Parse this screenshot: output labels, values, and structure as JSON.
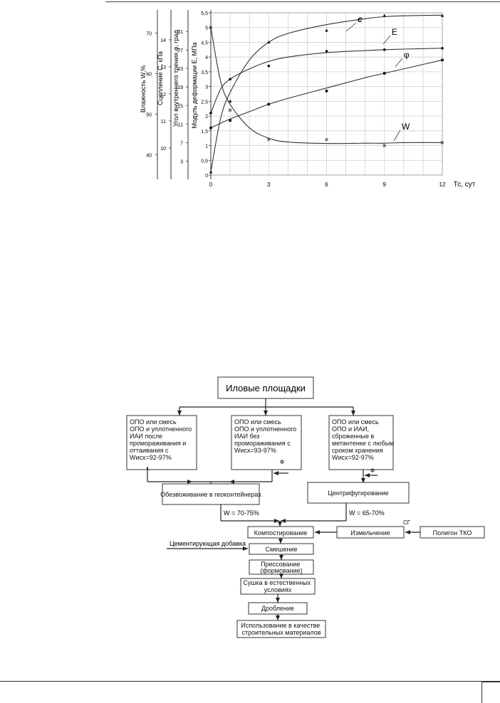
{
  "chart_data": {
    "type": "line",
    "xlabel": "Тс, сут",
    "x_ticks": [
      0,
      3,
      6,
      9,
      12
    ],
    "xlim": [
      0,
      12
    ],
    "grid": true,
    "axes": [
      {
        "id": "W",
        "label": "Влажность W,%",
        "ticks": [
          40,
          50,
          60,
          70
        ],
        "range": [
          35,
          75
        ]
      },
      {
        "id": "C",
        "label": "Сцепление С, кПа",
        "ticks": [
          10,
          11,
          12,
          13,
          14
        ],
        "range": [
          9,
          15
        ]
      },
      {
        "id": "phi",
        "label": "Угол внутреннего трения φ, град",
        "ticks": [
          3,
          7,
          11,
          15,
          19,
          23,
          27,
          31
        ],
        "range": [
          0,
          35
        ]
      },
      {
        "id": "E",
        "label": "Модуль деформации E, МПа",
        "ticks": [
          "0",
          "0,5",
          "1",
          "1,5",
          "2",
          "2,5",
          "3",
          "3,5",
          "4",
          "4,5",
          "5",
          "5,5"
        ],
        "range": [
          0,
          5.5
        ]
      }
    ],
    "series": [
      {
        "name": "с",
        "marker": "triangle",
        "curve_x": [
          0,
          0.5,
          1,
          2,
          3,
          4,
          6,
          8,
          9,
          10,
          12
        ],
        "curve_y": [
          0.1,
          1.9,
          2.8,
          3.9,
          4.5,
          4.8,
          5.1,
          5.3,
          5.37,
          5.4,
          5.42
        ],
        "points_x": [
          0,
          1,
          3,
          6,
          9,
          12
        ],
        "points_y": [
          0.1,
          2.5,
          4.5,
          4.9,
          5.4,
          5.4
        ]
      },
      {
        "name": "E",
        "marker": "dot",
        "curve_x": [
          0,
          0.5,
          1,
          2,
          3,
          4,
          6,
          8,
          9,
          10,
          12
        ],
        "curve_y": [
          2.1,
          2.9,
          3.25,
          3.6,
          3.85,
          4.0,
          4.15,
          4.22,
          4.25,
          4.27,
          4.3
        ],
        "points_x": [
          0,
          1,
          3,
          6,
          9,
          12
        ],
        "points_y": [
          2.1,
          3.25,
          3.7,
          4.2,
          4.25,
          4.3
        ]
      },
      {
        "name": "φ",
        "marker": "square",
        "curve_x": [
          0,
          1,
          2,
          3,
          4,
          6,
          8,
          9,
          10,
          12
        ],
        "curve_y": [
          1.6,
          1.9,
          2.15,
          2.4,
          2.6,
          2.95,
          3.3,
          3.45,
          3.6,
          3.9
        ],
        "points_x": [
          0,
          1,
          3,
          6,
          9,
          12
        ],
        "points_y": [
          1.6,
          1.85,
          2.4,
          2.85,
          3.45,
          3.9
        ]
      },
      {
        "name": "W",
        "marker": "cross",
        "curve_x": [
          0,
          0.5,
          1,
          2,
          3,
          4,
          6,
          8,
          9,
          10,
          12
        ],
        "curve_y": [
          5.0,
          3.2,
          2.4,
          1.6,
          1.25,
          1.12,
          1.07,
          1.08,
          1.08,
          1.1,
          1.1
        ],
        "points_x": [
          0,
          1,
          3,
          6,
          9,
          12
        ],
        "points_y": [
          5.0,
          2.2,
          1.2,
          1.2,
          1.0,
          1.1
        ]
      }
    ]
  },
  "flowchart": {
    "title": "Иловые площадки",
    "sources": [
      {
        "lines": [
          "ОПО или смесь",
          "ОПО и уплотненного",
          "ИАИ после",
          "промораживания и",
          "оттаивания с",
          "Wисх=92-97%"
        ]
      },
      {
        "lines": [
          "ОПО или смесь",
          "ОПО и уплотненного",
          "ИАИ без",
          "промораживания  с",
          "Wисх=93-97%"
        ]
      },
      {
        "lines": [
          "ОПО или смесь",
          "ОПО и  ИАИ,",
          "сброженные в",
          "метантенке с любым",
          "сроком хранения",
          "Wисх=92-97%"
        ]
      }
    ],
    "phi_label_left": "Ф",
    "phi_label_right": "Ф",
    "dewater_geo": "Обезвоживание в геоконтейнерах",
    "centrifuge": "Центрифугирование",
    "w_geo": "W = 70-75%",
    "w_centr": "W = 65-70%",
    "compost": "Компостирование",
    "grinding": "Измельчение",
    "sg_label": "СГ",
    "landfill": "Полигон ТКО",
    "cement": "Цементирующая добавка",
    "mixing": "Смешение",
    "pressing": [
      "Прессование",
      "(формование)"
    ],
    "drying": [
      "Сушка в естественных",
      "условиях"
    ],
    "crushing": "Дробление",
    "usage": [
      "Использование в качестве",
      "строительных материалов"
    ]
  }
}
